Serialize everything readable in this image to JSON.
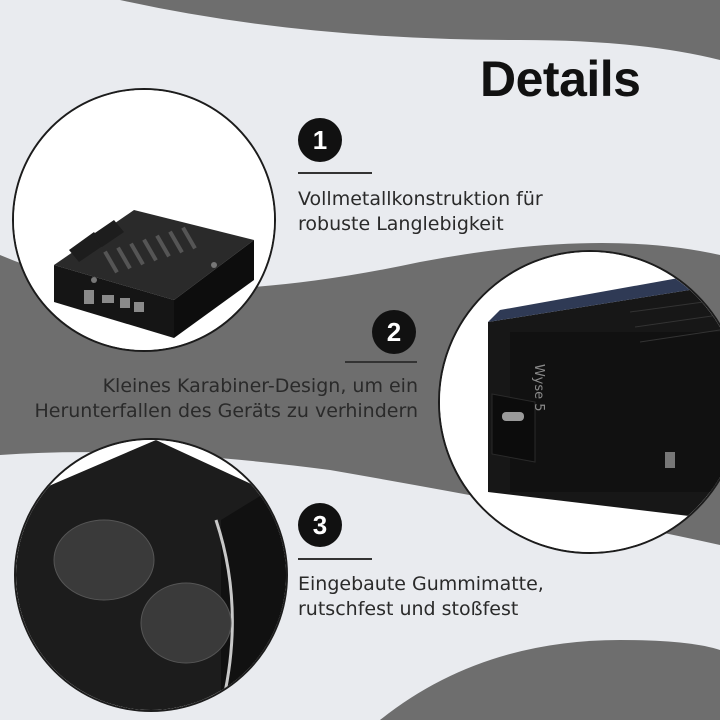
{
  "header": {
    "title": "Details"
  },
  "features": [
    {
      "number": "1",
      "line1": "Vollmetallkonstruktion für",
      "line2": "robuste Langlebigkeit"
    },
    {
      "number": "2",
      "line1": "Kleines Karabiner-Design, um ein",
      "line2": "Herunterfallen des Geräts zu verhindern"
    },
    {
      "number": "3",
      "line1": "Eingebaute Gummimatte,",
      "line2": "rutschfest und stoßfest"
    }
  ],
  "product": {
    "label": "Wyse 5"
  },
  "colors": {
    "background": "#e9ebef",
    "blob": "#6e6e6e",
    "accent": "#111111",
    "metal": "#1e1e1e"
  }
}
